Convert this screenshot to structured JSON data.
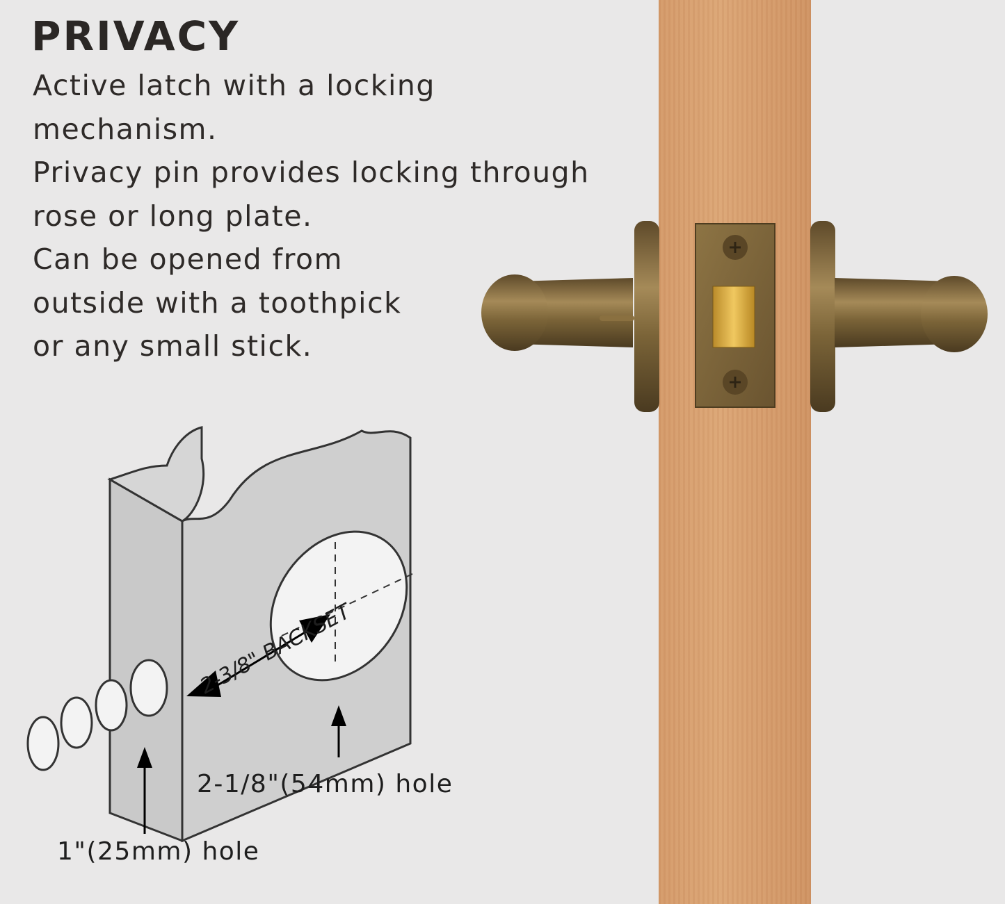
{
  "title": "PRIVACY",
  "description_lines": [
    "Active latch with a locking",
    "mechanism.",
    "Privacy pin provides locking through",
    "rose or long plate.",
    "Can be opened from",
    "outside with a toothpick",
    "or any small stick."
  ],
  "diagram": {
    "backset_label": "2-3/8\" BACKSET",
    "face_hole_label": "2-1/8\"(54mm) hole",
    "edge_hole_label": "1\"(25mm) hole"
  },
  "colors": {
    "background": "#e9e8e8",
    "wood": "#d9a070",
    "brass": "#7a6238"
  }
}
